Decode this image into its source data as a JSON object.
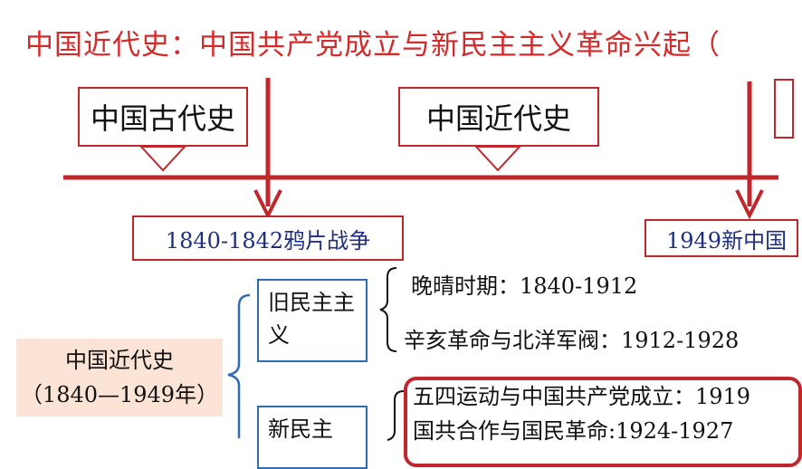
{
  "title": "中国近代史：中国共产党成立与新民主主义革命兴起（",
  "eras": {
    "ancient": "中国古代史",
    "modern": "中国近代史"
  },
  "events": {
    "opium_war": "1840-1842鸦片战争",
    "prc_founding": "1949新中国"
  },
  "root": {
    "line1": "中国近代史",
    "line2": "（1840—1949年）"
  },
  "branches": {
    "old_democratic": {
      "label": "旧民主主义",
      "periods": [
        "晚晴时期：1840-1912",
        "辛亥革命与北洋军阀：1912-1928"
      ]
    },
    "new_democratic": {
      "label": "新民主",
      "periods": [
        "五四运动与中国共产党成立：1919",
        "国共合作与国民革命:1924-1927"
      ]
    }
  },
  "colors": {
    "title_red": "#d42a2a",
    "frame_red": "#c0272d",
    "event_text_blue": "#1f2f80",
    "branch_blue": "#2e6db5",
    "root_fill": "#fbe3d6"
  }
}
